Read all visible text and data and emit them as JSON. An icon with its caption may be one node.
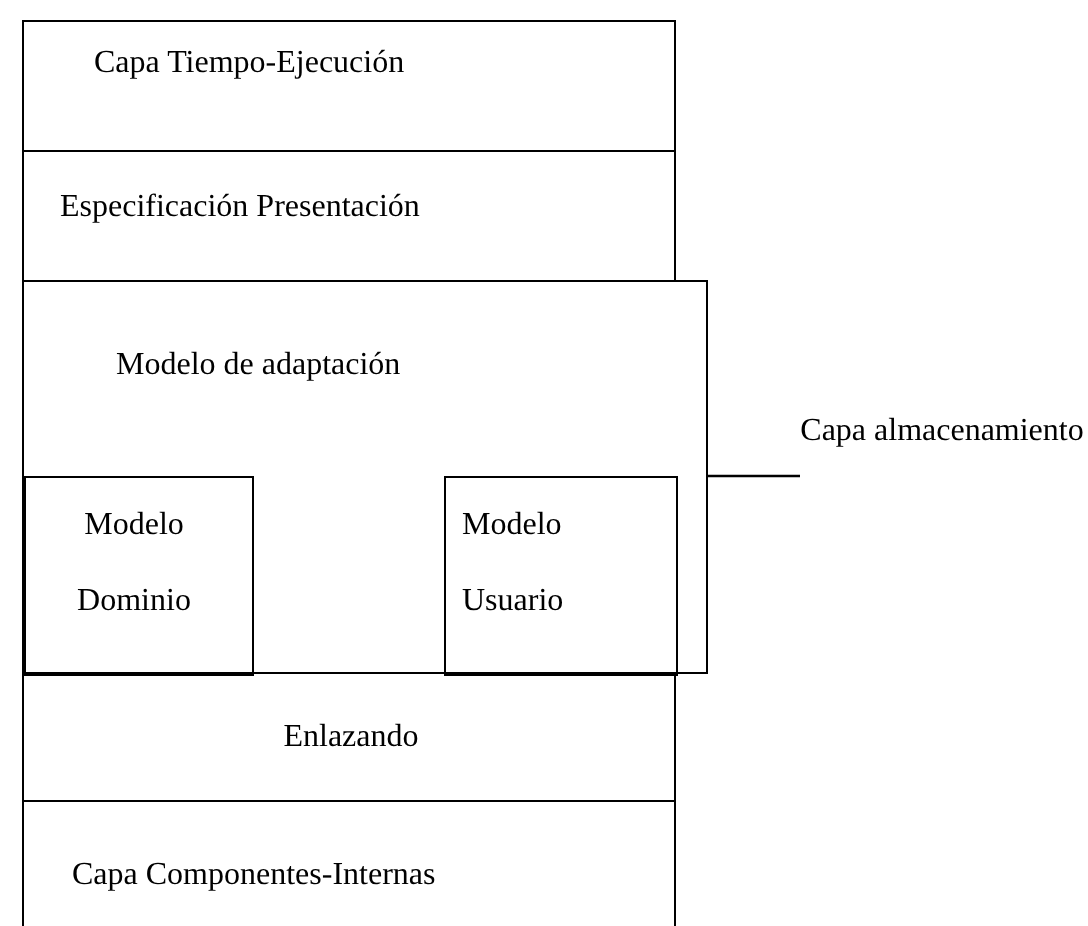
{
  "diagram": {
    "nodes": [
      {
        "text": [
          "Capa Tiempo-Ejecución"
        ]
      },
      {
        "text": [
          "Especificación Presentación"
        ]
      },
      {
        "text": [
          "Modelo de adaptación"
        ]
      },
      {
        "text": [
          "Modelo Dominio"
        ],
        "in": 2
      },
      {
        "text": [
          "Modelo Usuario"
        ],
        "in": 2
      },
      {
        "text": [
          "Enlazando"
        ]
      },
      {
        "text": [
          "Capa Componentes-Internas"
        ]
      },
      {
        "text": [
          "Capa almacenamiento"
        ]
      }
    ],
    "edges": [
      {
        "from": 7,
        "to": 2,
        "arrow": "none"
      }
    ]
  }
}
